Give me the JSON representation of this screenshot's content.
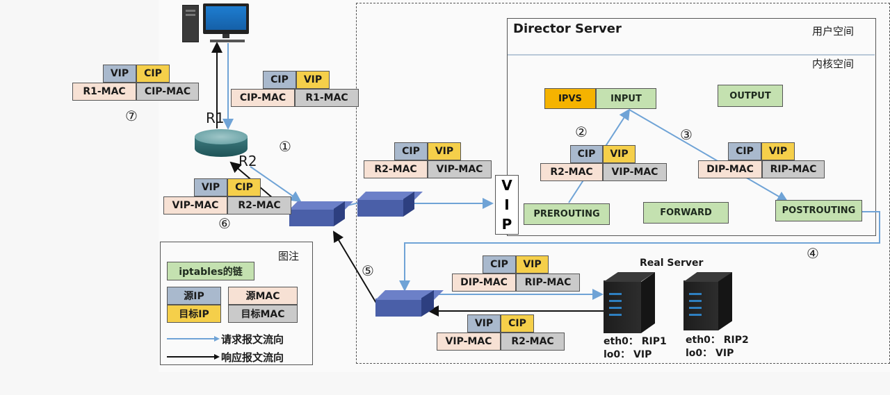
{
  "colors": {
    "source_ip": "#a9b9cd",
    "destination_ip": "#f5cf4a",
    "source_mac": "#f7e1d4",
    "destination_mac": "#cacaca",
    "iptables_chain": "#c4e1b0",
    "ipvs": "#f5b300",
    "request_flow": "#6fa3d6",
    "response_flow": "#111111"
  },
  "routers": {
    "r1": "R1",
    "r2": "R2"
  },
  "steps": [
    "①",
    "②",
    "③",
    "④",
    "⑤",
    "⑥",
    "⑦"
  ],
  "packets": {
    "p1_client_to_r1": {
      "src_ip": "CIP",
      "dst_ip": "VIP",
      "src_mac": "CIP-MAC",
      "dst_mac": "R1-MAC"
    },
    "p7_r1_to_client": {
      "src_ip": "VIP",
      "dst_ip": "CIP",
      "src_mac": "R1-MAC",
      "dst_mac": "CIP-MAC"
    },
    "p6_rs_to_r2": {
      "src_ip": "VIP",
      "dst_ip": "CIP",
      "src_mac": "VIP-MAC",
      "dst_mac": "R2-MAC"
    },
    "p1_r2_to_director": {
      "src_ip": "CIP",
      "dst_ip": "VIP",
      "src_mac": "R2-MAC",
      "dst_mac": "VIP-MAC"
    },
    "p2_prerouting_to_input": {
      "src_ip": "CIP",
      "dst_ip": "VIP",
      "src_mac": "R2-MAC",
      "dst_mac": "VIP-MAC"
    },
    "p3_input_to_postrouting": {
      "src_ip": "CIP",
      "dst_ip": "VIP",
      "src_mac": "DIP-MAC",
      "dst_mac": "RIP-MAC"
    },
    "p4_switch_to_rs": {
      "src_ip": "CIP",
      "dst_ip": "VIP",
      "src_mac": "DIP-MAC",
      "dst_mac": "RIP-MAC"
    },
    "p5_rs_to_switch": {
      "src_ip": "VIP",
      "dst_ip": "CIP",
      "src_mac": "VIP-MAC",
      "dst_mac": "R2-MAC"
    }
  },
  "director": {
    "title": "Director Server",
    "user_space": "用户空间",
    "kernel_space": "内核空间",
    "vip_letters": [
      "V",
      "I",
      "P"
    ],
    "ipvs": "IPVS",
    "chains": {
      "input": "INPUT",
      "output": "OUTPUT",
      "prerouting": "PREROUTING",
      "forward": "FORWARD",
      "postrouting": "POSTROUTING"
    }
  },
  "real_server": {
    "title": "Real Server",
    "servers": [
      {
        "eth0": "eth0： RIP1",
        "lo0": "lo0： VIP"
      },
      {
        "eth0": "eth0： RIP2",
        "lo0": "lo0： VIP"
      }
    ]
  },
  "legend": {
    "title": "图注",
    "chain": "iptables的链",
    "src_ip": "源IP",
    "src_mac": "源MAC",
    "dst_ip": "目标IP",
    "dst_mac": "目标MAC",
    "request": "请求报文流向",
    "response": "响应报文流向"
  }
}
